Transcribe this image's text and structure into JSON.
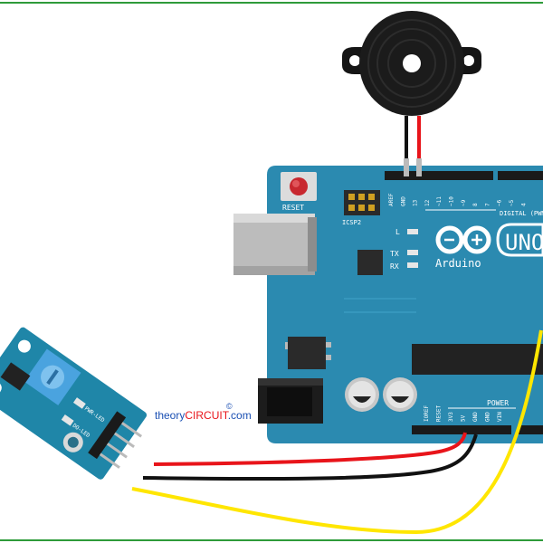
{
  "board": {
    "reset_label": "RESET",
    "icsp_label": "ICSP2",
    "digital_label": "DIGITAL (PWM~)",
    "power_label": "POWER",
    "led_l": "L",
    "led_tx": "TX",
    "led_rx": "RX",
    "brand": "Arduino",
    "model": "UNO",
    "digital_pins": [
      "AREF",
      "GND",
      "13",
      "12",
      "~11",
      "~10",
      "~9",
      "8",
      "7",
      "~6",
      "~5",
      "4"
    ],
    "power_pins": [
      "IOREF",
      "RESET",
      "3V3",
      "5V",
      "GND",
      "GND",
      "VIN"
    ]
  },
  "sensor": {
    "pwr_led_label": "PWR-LED",
    "do_led_label": "DO-LED"
  },
  "watermark": {
    "prefix": "theory",
    "highlight": "CIRCUIT",
    "suffix": ".com",
    "symbol": "©"
  },
  "colors": {
    "board": "#2b8ab0",
    "sensor_pcb": "#1f86a8",
    "wire_red": "#e8141a",
    "wire_black": "#111111",
    "wire_yellow": "#ffe600",
    "watermark_prefix": "#1a4fb3",
    "watermark_highlight": "#e8141a"
  }
}
